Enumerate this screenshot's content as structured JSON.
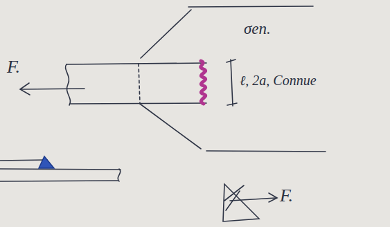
{
  "diagram": {
    "labels": [
      "F.",
      "σen.",
      "ℓ, 2a, Connue",
      "F."
    ]
  }
}
